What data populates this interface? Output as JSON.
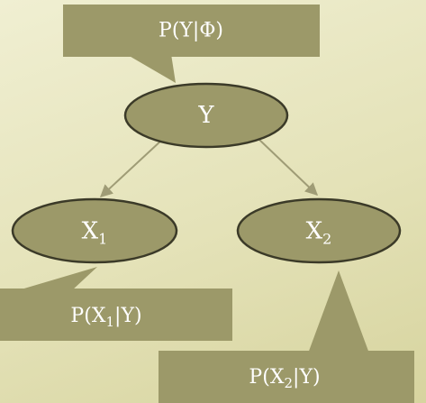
{
  "diagram": {
    "nodes": {
      "y": {
        "label": "Y"
      },
      "x1": {
        "label": "X",
        "subscript": "1"
      },
      "x2": {
        "label": "X",
        "subscript": "2"
      }
    },
    "callouts": {
      "top": {
        "text": "P(Y|Φ)"
      },
      "left": {
        "prefix": "P(X",
        "subscript": "1",
        "suffix": "|Y)"
      },
      "bottom": {
        "prefix": "P(X",
        "subscript": "2",
        "suffix": "|Y)"
      }
    }
  },
  "colors": {
    "background": "#ece9c6",
    "node_fill": "#9c9969",
    "node_stroke": "#3b3a28",
    "edge": "#9f9c76",
    "callout_fill": "#9c9969",
    "text": "#ffffff"
  }
}
